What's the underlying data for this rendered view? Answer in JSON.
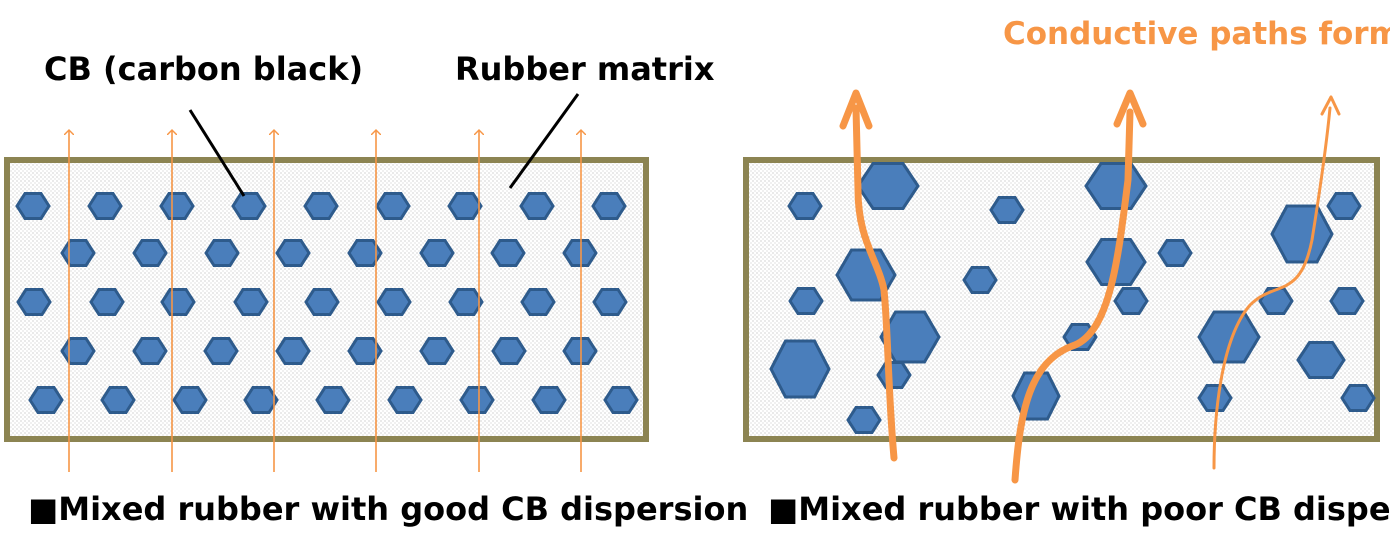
{
  "labels": {
    "cb": "CB (carbon black)",
    "rubber": "Rubber matrix",
    "paths": "Conductive paths form"
  },
  "captions": {
    "good": "■Mixed rubber with good CB dispersion",
    "poor": "■Mixed rubber with poor CB dispersion"
  },
  "colors": {
    "frame": "#8c8452",
    "cb_fill": "#4a7ebb",
    "cb_stroke": "#2e5b8c",
    "arrow": "#f79646",
    "paths_text": "#f79646"
  }
}
